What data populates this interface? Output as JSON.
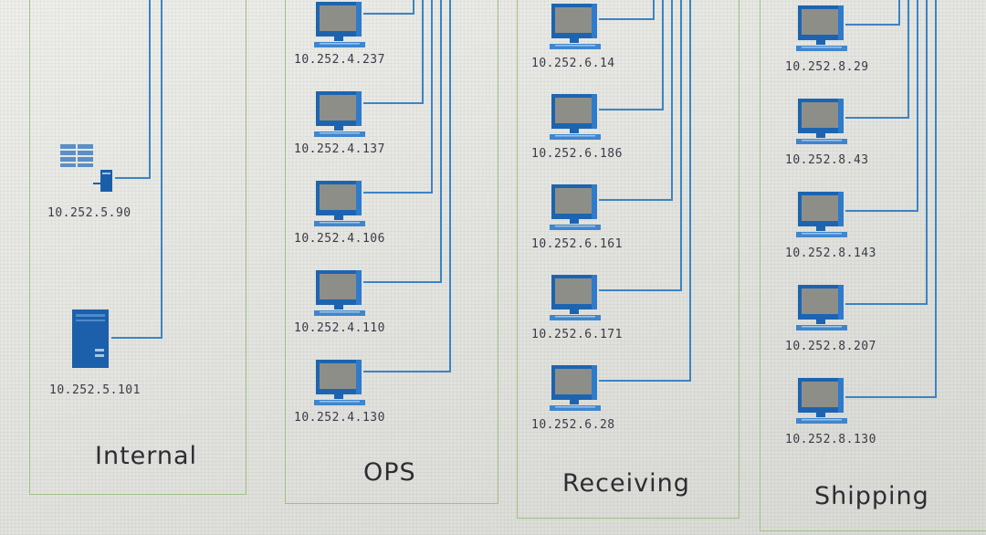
{
  "zones": [
    {
      "id": "internal",
      "label": "Internal"
    },
    {
      "id": "ops",
      "label": "OPS"
    },
    {
      "id": "receiving",
      "label": "Receiving"
    },
    {
      "id": "shipping",
      "label": "Shipping"
    }
  ],
  "internal_devices": [
    {
      "type": "database-server",
      "ip": "10.252.5.90"
    },
    {
      "type": "server",
      "ip": "10.252.5.101"
    }
  ],
  "ops_hosts": [
    "10.252.4.237",
    "10.252.4.137",
    "10.252.4.106",
    "10.252.4.110",
    "10.252.4.130"
  ],
  "receiving_hosts": [
    "10.252.6.14",
    "10.252.6.186",
    "10.252.6.161",
    "10.252.6.171",
    "10.252.6.28"
  ],
  "shipping_hosts": [
    "10.252.8.29",
    "10.252.8.43",
    "10.252.8.143",
    "10.252.8.207",
    "10.252.8.130"
  ],
  "colors": {
    "accent": "#3b84c4",
    "zone_border": "#9fbf84",
    "monitor_screen": "#8e8e88"
  }
}
